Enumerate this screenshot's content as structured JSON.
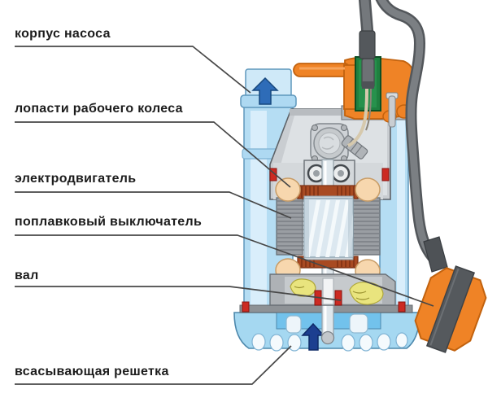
{
  "diagram_type": "submersible drainage pump cutaway diagram",
  "labels": [
    {
      "text": "корпус насоса",
      "points_to": "pump-casing-outlet"
    },
    {
      "text": "лопасти рабочего колеса",
      "points_to": "impeller-blade-area"
    },
    {
      "text": "электродвигатель",
      "points_to": "motor-stator"
    },
    {
      "text": "поплавковый выключатель",
      "points_to": "float-switch"
    },
    {
      "text": "вал",
      "points_to": "shaft"
    },
    {
      "text": "всасывающая решетка",
      "points_to": "suction-grate"
    }
  ],
  "colors": {
    "background": "#ffffff",
    "label_text": "#1c1c1c",
    "leader_line": "#474747",
    "casing_blue": "#b5ddf3",
    "casing_blue_light": "#cfe9f8",
    "casing_outline": "#5e97bc",
    "metal_gray": "#d4d8db",
    "cable_gray": "#6e7276",
    "handle_orange": "#ef8326",
    "terminal_green": "#1f8040",
    "winding_copper": "#a84a22",
    "winding_peach": "#f7d7ae",
    "diffuser_yellow": "#e9e47e",
    "seal_red": "#cc2a22",
    "outlet_arrow_blue": "#2e6cb8",
    "inlet_arrow_navy": "#1c3f90"
  }
}
